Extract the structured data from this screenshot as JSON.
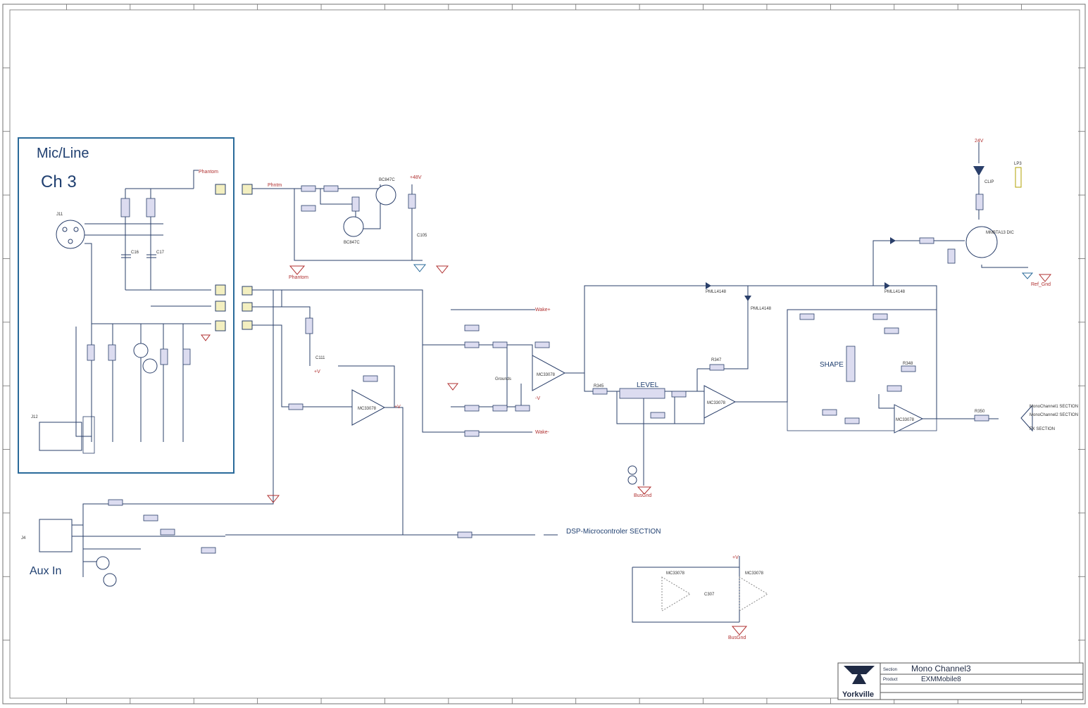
{
  "blocks": {
    "mic_line_title": "Mic/Line",
    "mic_line_channel": "Ch 3",
    "aux_in": "Aux In"
  },
  "controls": {
    "level": "LEVEL",
    "shape": "SHAPE",
    "clip": "CLIP"
  },
  "nets": {
    "phantom": "Phantom",
    "phantom_in": "Phntm",
    "v48": "+48V",
    "vplus": "+V",
    "vminus": "-V",
    "wake_plus": "Wake+",
    "wake_minus": "Wake-",
    "grounds": "Grounds",
    "ref_gnd": "Ref_Gnd",
    "busgnd": "BusGnd",
    "p24v": "24V",
    "dsp_label": "DSP-Microcontroler SECTION",
    "mono1": "MonoChannel1 SECTION",
    "mono2": "MonoChannel2 SECTION",
    "fx": "FX SECTION"
  },
  "parts": {
    "q31": "MMBTA13 DIC",
    "d34": "PMLL4148",
    "d31": "PMLL4148",
    "d33": "PMLL4148",
    "u1": "MC33078",
    "u2": "MC33078",
    "u3": "MC33078",
    "u4": "MC33078",
    "u5": "MC33078",
    "q_top": "BC847C",
    "q_bot": "BC847C",
    "c16": "C16",
    "c17": "C17",
    "c111": "C111",
    "c105": "C105",
    "c307": "C307",
    "r345": "R345",
    "r347": "R347",
    "r348": "R348",
    "r350": "R350",
    "j11": "J11",
    "j12": "J12",
    "j4": "J4",
    "lp3": "LP3"
  },
  "title_block": {
    "section_label": "Section",
    "section_value": "Mono Channel3",
    "product_label": "Product",
    "product_value": "EXMMobile8",
    "brand": "Yorkville"
  }
}
